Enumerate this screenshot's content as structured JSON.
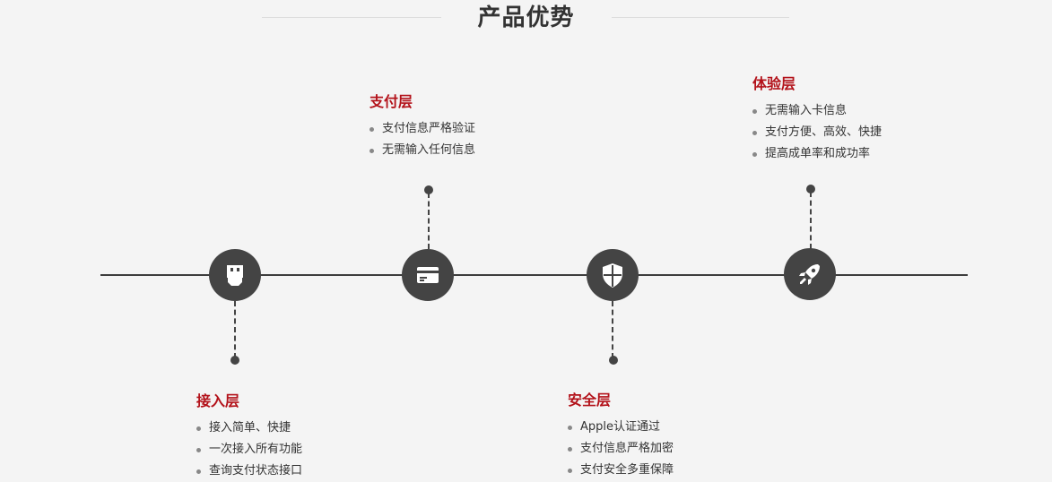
{
  "page": {
    "title": "产品优势"
  },
  "layers": [
    {
      "id": "access",
      "heading": "接入层",
      "icon": "plug-icon",
      "items": [
        " 接入简单、快捷",
        "一次接入所有功能",
        "查询支付状态接口"
      ]
    },
    {
      "id": "payment",
      "heading": "支付层",
      "icon": "credit-card-icon",
      "items": [
        "支付信息严格验证",
        "无需输入任何信息"
      ]
    },
    {
      "id": "security",
      "heading": "安全层",
      "icon": "shield-icon",
      "items": [
        "Apple认证通过",
        "支付信息严格加密",
        "支付安全多重保障"
      ]
    },
    {
      "id": "experience",
      "heading": "体验层",
      "icon": "rocket-icon",
      "items": [
        "无需输入卡信息",
        "支付方便、高效、快捷",
        "提高成单率和成功率"
      ]
    }
  ],
  "colors": {
    "accent": "#b3121a",
    "node": "#444444",
    "background": "#f4f4f4"
  }
}
